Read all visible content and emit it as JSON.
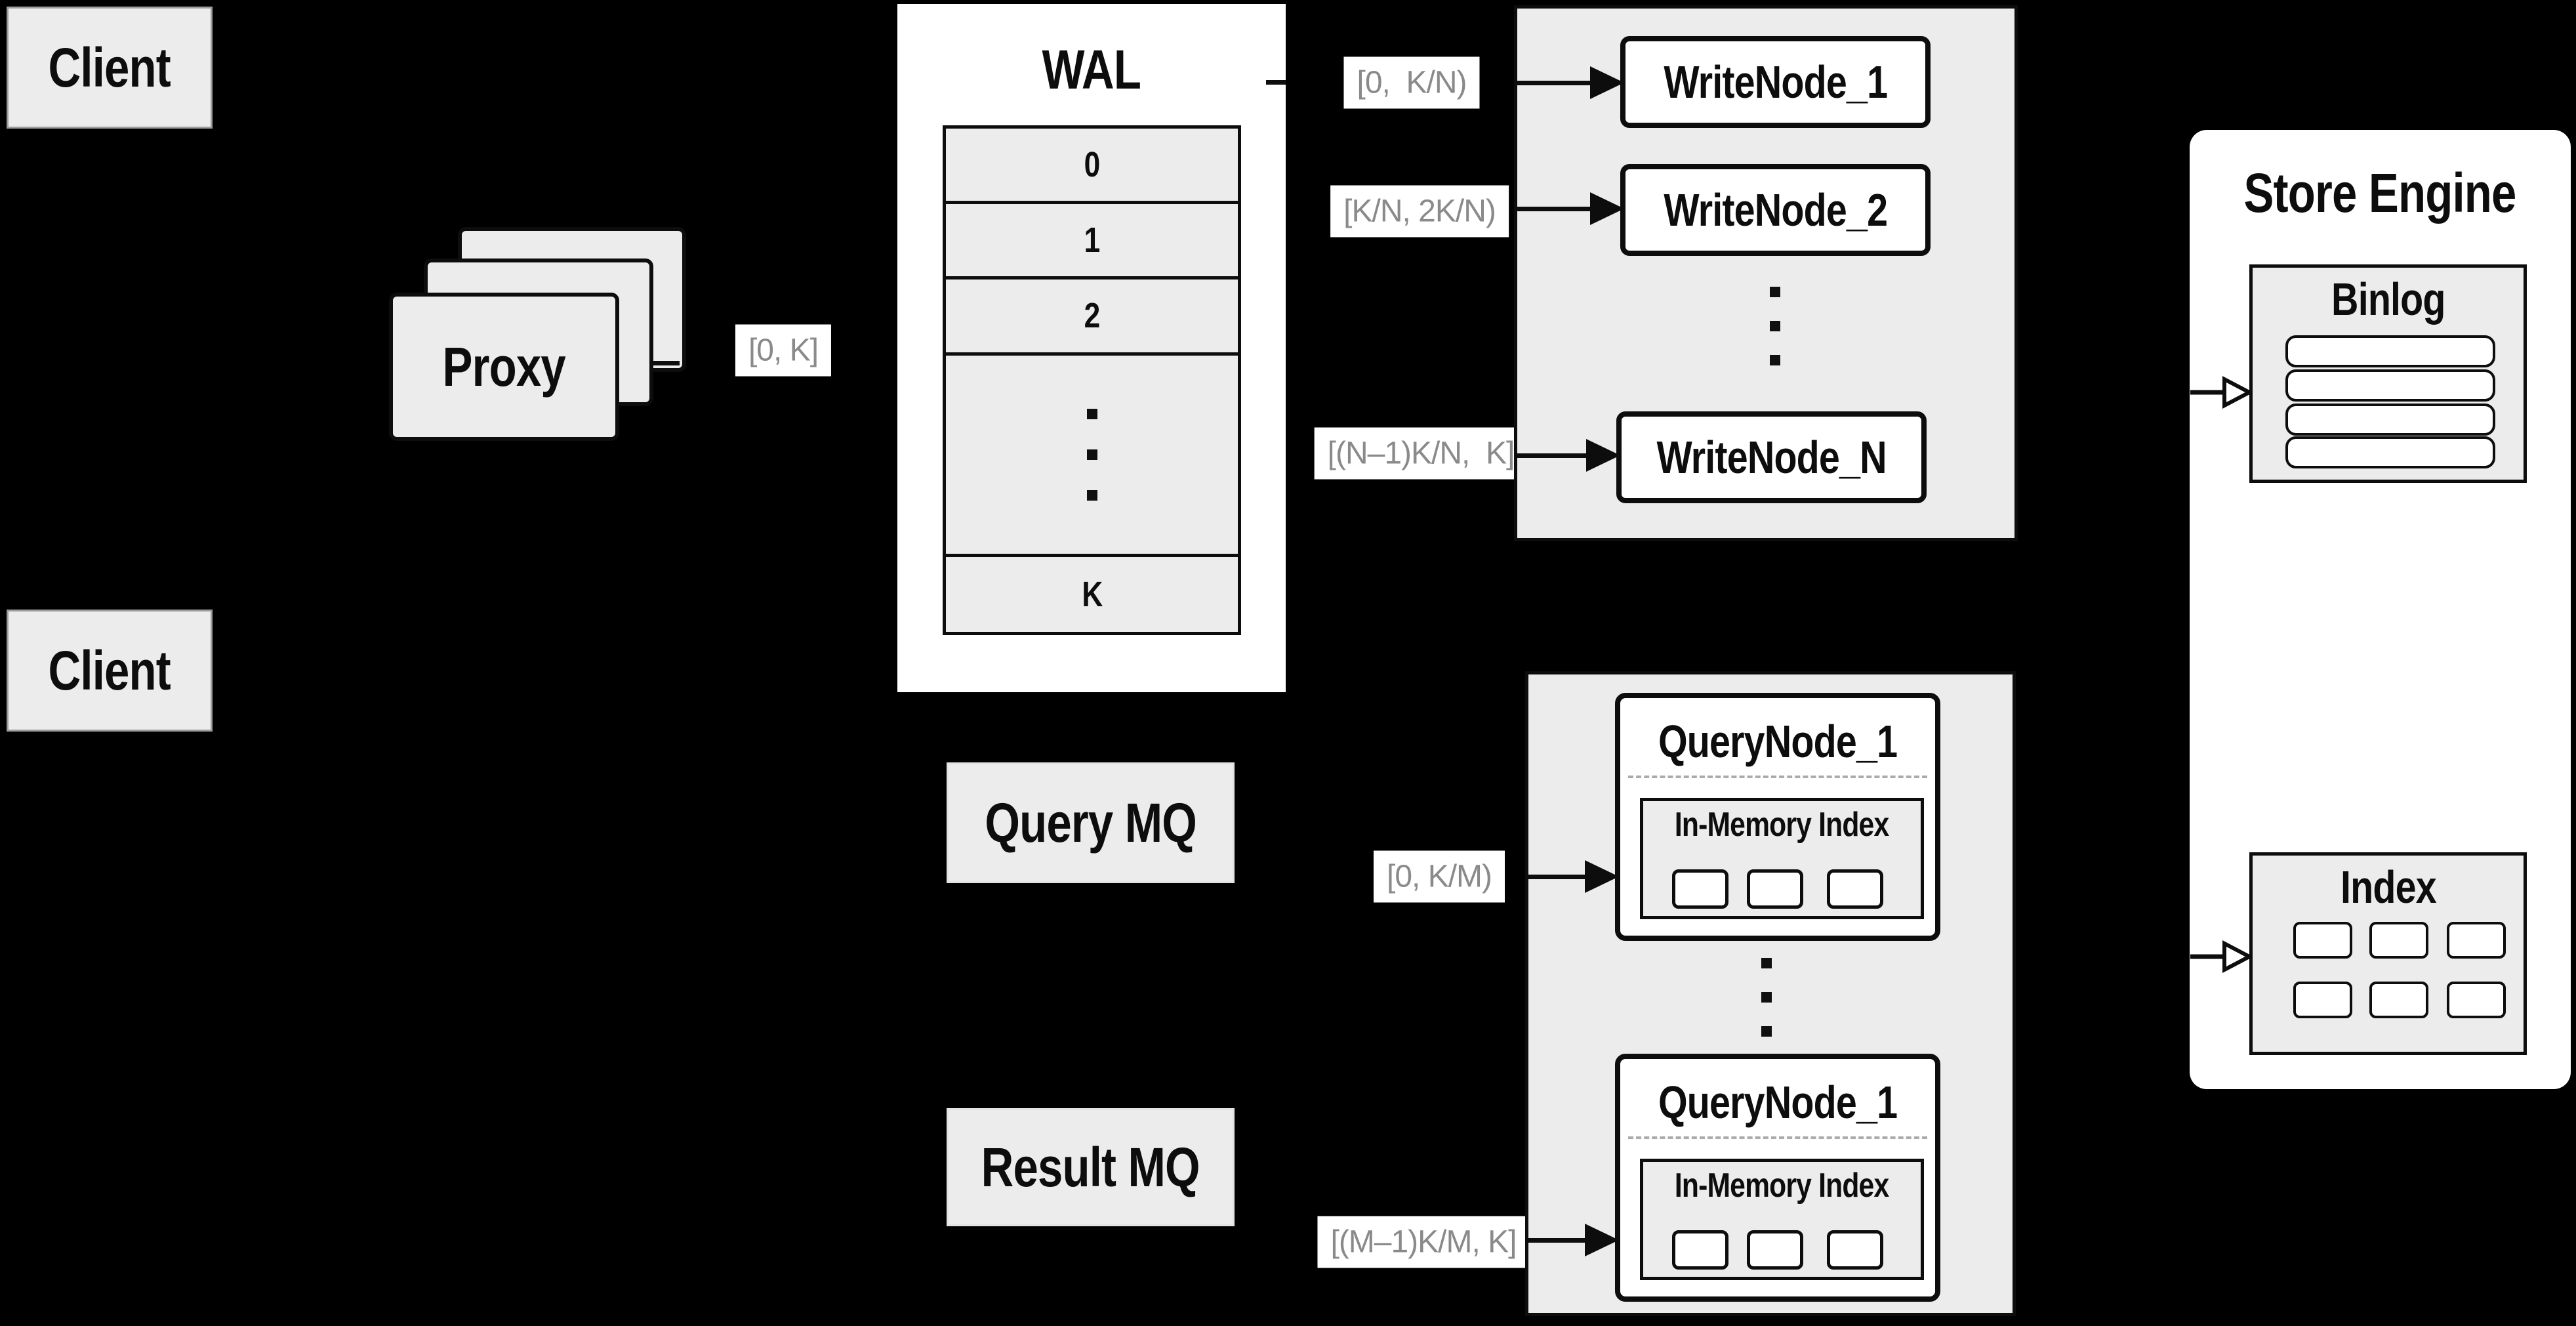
{
  "clients": [
    {
      "label": "Client"
    },
    {
      "label": "Client"
    }
  ],
  "proxy": {
    "label": "Proxy",
    "range": "[0, K]"
  },
  "wal": {
    "title": "WAL",
    "rows": [
      "0",
      "1",
      "2"
    ],
    "last_row": "K"
  },
  "write_nodes": {
    "ranges": [
      "[0,  K/N)",
      "[K/N, 2K/N)",
      "[(N–1)K/N,  K]"
    ],
    "labels": [
      "WriteNode_1",
      "WriteNode_2",
      "WriteNode_N"
    ]
  },
  "store_engine": {
    "title": "Store Engine",
    "binlog_title": "Binlog",
    "index_title": "Index"
  },
  "mq": {
    "query_label": "Query MQ",
    "result_label": "Result MQ"
  },
  "query_nodes": {
    "ranges": [
      "[0, K/M)",
      "[(M–1)K/M, K]"
    ],
    "nodes": [
      {
        "title": "QueryNode_1"
      },
      {
        "title": "QueryNode_1"
      }
    ],
    "inner_label": "In-Memory Index"
  },
  "colors": {
    "background": "#000000",
    "panel_gray": "#ececec",
    "panel_white": "#ffffff",
    "line_black": "#0d0d0d",
    "muted_text": "#8a8a8a"
  }
}
